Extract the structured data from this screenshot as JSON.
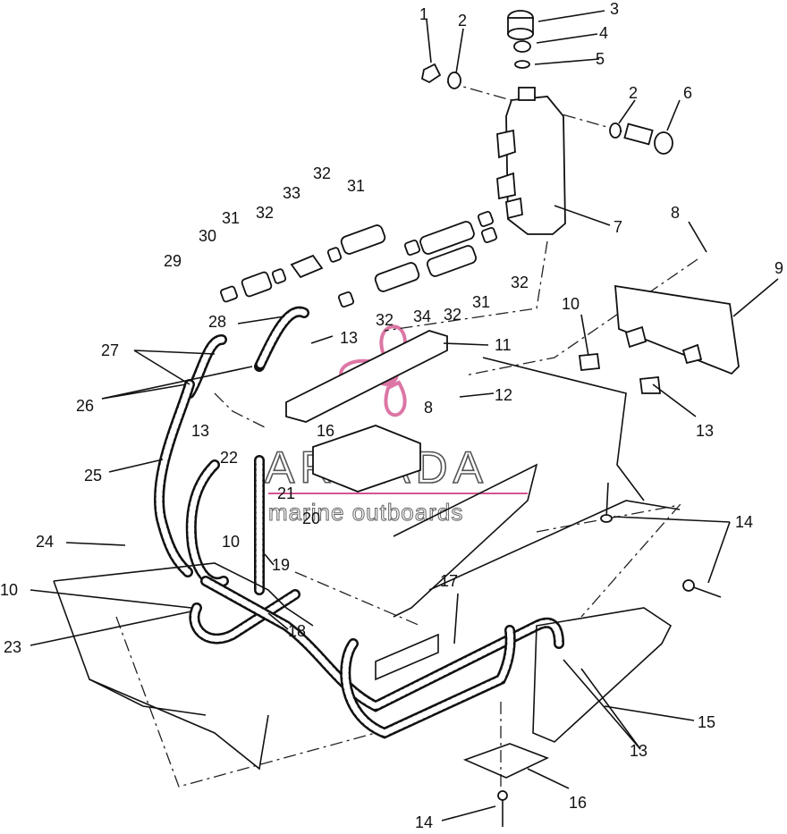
{
  "watermark": {
    "title": "ARMADA",
    "subtitle": "marine outboards",
    "accent_color": "#d4558f"
  },
  "callouts": [
    {
      "id": "c1",
      "text": "1"
    },
    {
      "id": "c2a",
      "text": "2"
    },
    {
      "id": "c3",
      "text": "3"
    },
    {
      "id": "c4",
      "text": "4"
    },
    {
      "id": "c5",
      "text": "5"
    },
    {
      "id": "c2b",
      "text": "2"
    },
    {
      "id": "c6",
      "text": "6"
    },
    {
      "id": "c7",
      "text": "7"
    },
    {
      "id": "c8a",
      "text": "8"
    },
    {
      "id": "c9",
      "text": "9"
    },
    {
      "id": "c32a",
      "text": "32"
    },
    {
      "id": "c31a",
      "text": "31"
    },
    {
      "id": "c33",
      "text": "33"
    },
    {
      "id": "c32b",
      "text": "32"
    },
    {
      "id": "c31b",
      "text": "31"
    },
    {
      "id": "c30",
      "text": "30"
    },
    {
      "id": "c29",
      "text": "29"
    },
    {
      "id": "c32c",
      "text": "32"
    },
    {
      "id": "c31c",
      "text": "31"
    },
    {
      "id": "c32d",
      "text": "32"
    },
    {
      "id": "c34",
      "text": "34"
    },
    {
      "id": "c32e",
      "text": "32"
    },
    {
      "id": "c28",
      "text": "28"
    },
    {
      "id": "c10a",
      "text": "10"
    },
    {
      "id": "c13a",
      "text": "13"
    },
    {
      "id": "c27",
      "text": "27"
    },
    {
      "id": "c11",
      "text": "11"
    },
    {
      "id": "c26",
      "text": "26"
    },
    {
      "id": "c12",
      "text": "12"
    },
    {
      "id": "c8b",
      "text": "8"
    },
    {
      "id": "c13b",
      "text": "13"
    },
    {
      "id": "c13c",
      "text": "13"
    },
    {
      "id": "c16a",
      "text": "16"
    },
    {
      "id": "c25",
      "text": "25"
    },
    {
      "id": "c22",
      "text": "22"
    },
    {
      "id": "c21",
      "text": "21"
    },
    {
      "id": "c20",
      "text": "20"
    },
    {
      "id": "c14a",
      "text": "14"
    },
    {
      "id": "c24",
      "text": "24"
    },
    {
      "id": "c10b",
      "text": "10"
    },
    {
      "id": "c19",
      "text": "19"
    },
    {
      "id": "c10c",
      "text": "10"
    },
    {
      "id": "c17",
      "text": "17"
    },
    {
      "id": "c23",
      "text": "23"
    },
    {
      "id": "c18",
      "text": "18"
    },
    {
      "id": "c15",
      "text": "15"
    },
    {
      "id": "c13d",
      "text": "13"
    },
    {
      "id": "c16b",
      "text": "16"
    },
    {
      "id": "c14b",
      "text": "14"
    }
  ]
}
